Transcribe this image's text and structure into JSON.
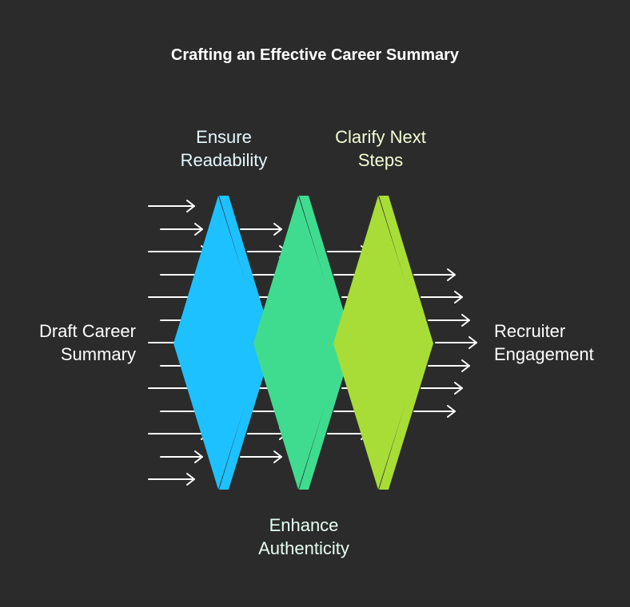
{
  "title": "Crafting an Effective Career Summary",
  "input_label": "Draft Career\nSummary",
  "output_label": "Recruiter\nEngagement",
  "stages": [
    {
      "label": "Ensure\nReadability",
      "color": "#1ec1ff",
      "label_color": "#e6f7ff"
    },
    {
      "label": "Enhance\nAuthenticity",
      "color": "#3fdc90",
      "label_color": "#e6fff2"
    },
    {
      "label": "Clarify Next\nSteps",
      "color": "#a8dd38",
      "label_color": "#f4ffd6"
    }
  ],
  "colors": {
    "background": "#2b2b2b",
    "arrow": "#ffffff",
    "text": "#ffffff"
  }
}
